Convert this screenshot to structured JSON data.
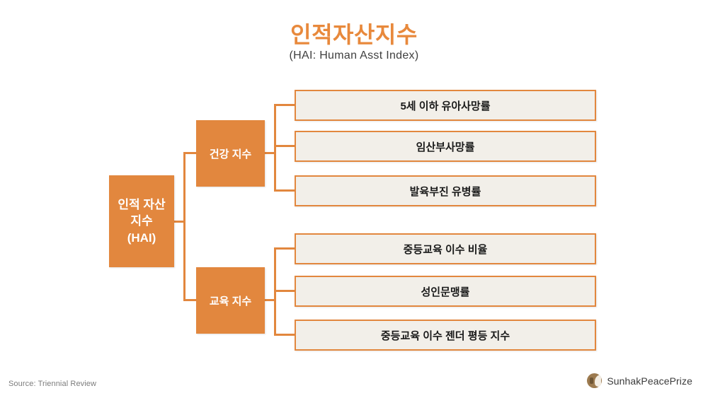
{
  "header": {
    "title": "인적자산지수",
    "subtitle": "(HAI: Human Asst Index)",
    "title_color": "#E8893C",
    "subtitle_color": "#3F3F3F"
  },
  "theme": {
    "accent": "#E2873E",
    "leaf_fill": "#F2EFE9",
    "leaf_border": "#E2873E",
    "node_text": "#FFFFFF",
    "background": "#FFFFFF"
  },
  "diagram": {
    "type": "tree",
    "root": {
      "label": "인적 자산\n지수\n(HAI)",
      "line1": "인적 자산",
      "line2": "지수",
      "line3": "(HAI)"
    },
    "branches": [
      {
        "id": "health",
        "label": "건강 지수",
        "children": [
          "5세 이하 유아사망률",
          "임산부사망률",
          "발육부진 유병률"
        ]
      },
      {
        "id": "education",
        "label": "교육 지수",
        "children": [
          "중등교육 이수 비율",
          "성인문맹률",
          "중등교육 이수 젠더 평등 지수"
        ]
      }
    ]
  },
  "footer": {
    "source": "Source: Triennial Review",
    "brand": "SunhakPeacePrize",
    "brand_icon": "sunhak-emblem-icon"
  }
}
